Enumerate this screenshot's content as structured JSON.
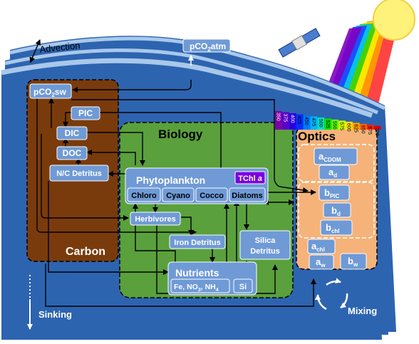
{
  "top": {
    "advection": "Advection",
    "pco2atm": {
      "base": "pCO",
      "sub": "2",
      "rest": "atm"
    }
  },
  "carbon": {
    "title": "Carbon",
    "pco2sw": {
      "base": "pCO",
      "sub": "2",
      "rest": "sw"
    },
    "pic": "PIC",
    "dic": "DIC",
    "doc": "DOC",
    "nc_detritus": "N/C Detritus"
  },
  "biology": {
    "title": "Biology",
    "phytoplankton": "Phytoplankton",
    "tchl": {
      "base": "TChl ",
      "italic": "a"
    },
    "groups": [
      "Chloro",
      "Cyano",
      "Cocco",
      "Diatoms"
    ],
    "herbivores": "Herbivores",
    "iron_detritus": "Iron Detritus",
    "silica_detritus": [
      "Silica",
      "Detritus"
    ],
    "nutrients": {
      "title": "Nutrients",
      "fe": {
        "a": "Fe, NO",
        "s1": "3",
        "b": ", NH",
        "s2": "4"
      },
      "si": "Si"
    }
  },
  "optics": {
    "title": "Optics",
    "a_cdom": {
      "base": "a",
      "sub": "CDOM"
    },
    "a_d": {
      "base": "a",
      "sub": "d"
    },
    "b_pic": {
      "base": "b",
      "sub": "PIC"
    },
    "b_d": {
      "base": "b",
      "sub": "d"
    },
    "b_chl": {
      "base": "b",
      "sub": "chl"
    },
    "a_chl": {
      "base": "a",
      "sub": "chl"
    },
    "a_w": {
      "base": "a",
      "sub": "w"
    },
    "b_w": {
      "base": "b",
      "sub": "w"
    }
  },
  "sinking": "Sinking",
  "mixing": "Mixing",
  "wavelengths": [
    "350",
    "375",
    "400",
    "425",
    "450",
    "475",
    "500",
    "525",
    "550",
    "575",
    "600",
    "625",
    "650",
    "675",
    "700"
  ],
  "wavelength_colors": [
    "#7a00a8",
    "#5b00c8",
    "#2a00e0",
    "#0030ff",
    "#0078ff",
    "#00b0ff",
    "#00e0c0",
    "#00e000",
    "#60ff00",
    "#d0ff00",
    "#ffe000",
    "#ffa000",
    "#ff6000",
    "#ff2000",
    "#e00000"
  ],
  "colors": {
    "ocean_dark": "#2d64b0",
    "ocean_light": "#a9c8ea",
    "carbon_fill": "#7a3b0c",
    "biology_fill": "#5aa03c",
    "optics_fill": "#f5b37a",
    "box_fill": "#6f9ad6",
    "tchl_fill": "#7a00e0",
    "sun": "#fff27a"
  }
}
